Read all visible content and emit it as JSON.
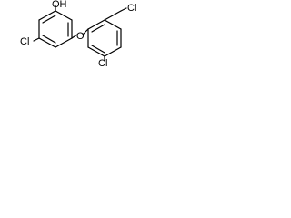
{
  "diagram": {
    "atoms": {
      "hydroxyl": "OH",
      "ether_oxygen": "O",
      "chlorine_left": "Cl",
      "chlorine_top_right": "Cl",
      "chlorine_bottom_right": "Cl"
    }
  }
}
